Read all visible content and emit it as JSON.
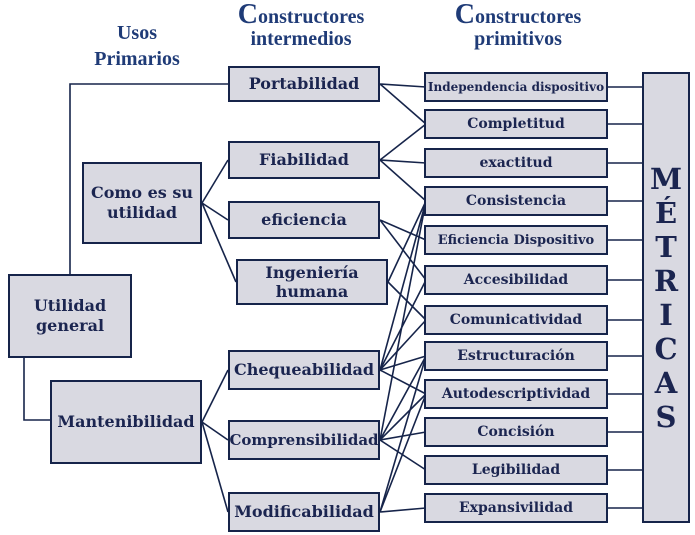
{
  "headers": {
    "usos_primarios": [
      "Usos",
      "Primarios"
    ],
    "intermedios": {
      "initial": "C",
      "rest": "onstructores",
      "line2": "intermedios"
    },
    "primitivos": {
      "initial": "C",
      "rest": "onstructores",
      "line2": "primitivos"
    }
  },
  "nodes": {
    "utilidad_general": [
      "Utilidad",
      "general"
    ],
    "como_es_su_utilidad": [
      "Como es su",
      "utilidad"
    ],
    "mantenibilidad": "Mantenibilidad",
    "portabilidad": "Portabilidad",
    "fiabilidad": "Fiabilidad",
    "eficiencia": "eficiencia",
    "ingenieria_humana": [
      "Ingeniería",
      "humana"
    ],
    "chequeabilidad": "Chequeabilidad",
    "comprensibilidad": "Comprensibilidad",
    "modificabilidad": "Modificabilidad"
  },
  "primitives": [
    "Independencia dispositivo",
    "Completitud",
    "exactitud",
    "Consistencia",
    "Eficiencia Dispositivo",
    "Accesibilidad",
    "Comunicatividad",
    "Estructuración",
    "Autodescriptividad",
    "Concisión",
    "Legibilidad",
    "Expansivilidad"
  ],
  "metricas_letters": [
    "M",
    "É",
    "T",
    "R",
    "I",
    "C",
    "A",
    "S"
  ]
}
